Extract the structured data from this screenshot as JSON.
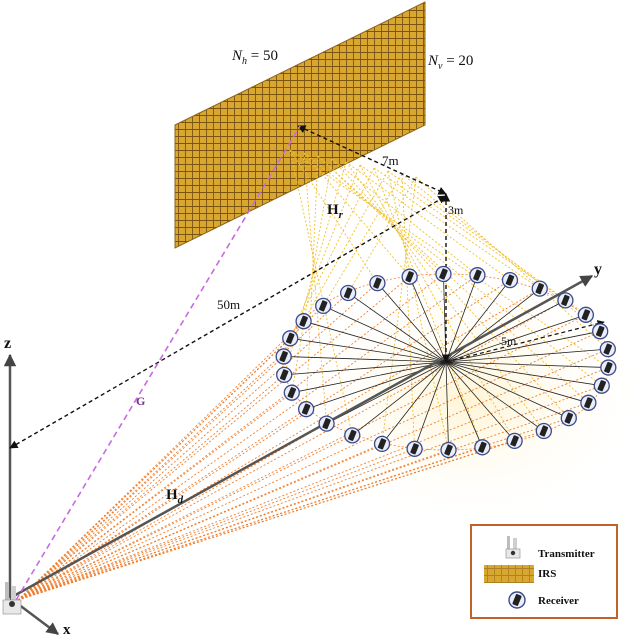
{
  "irs_labels": {
    "nh_symbol": "N",
    "nh_sub": "h",
    "nh_value": " = 50",
    "nv_symbol": "N",
    "nv_sub": "v",
    "nv_value": " = 20"
  },
  "distances": {
    "irs_to_center": "7m",
    "irs_height": "3m",
    "tx_to_center": "50m",
    "circle_radius": "5m"
  },
  "channels": {
    "hr_main": "H",
    "hr_sub": "r",
    "hd_main": "H",
    "hd_sub": "d",
    "g": "G"
  },
  "axes": {
    "x": "x",
    "y": "y",
    "z": "z"
  },
  "legend": {
    "transmitter": "Transmitter",
    "irs": "IRS",
    "receiver": "Receiver"
  },
  "colors": {
    "irs_fill": "#d9a630",
    "irs_grid": "#6b4a0f",
    "hr_line": "#f2c12e",
    "hd_line": "#f07f2e",
    "g_line": "#c86be0",
    "legend_border": "#c0632a"
  }
}
